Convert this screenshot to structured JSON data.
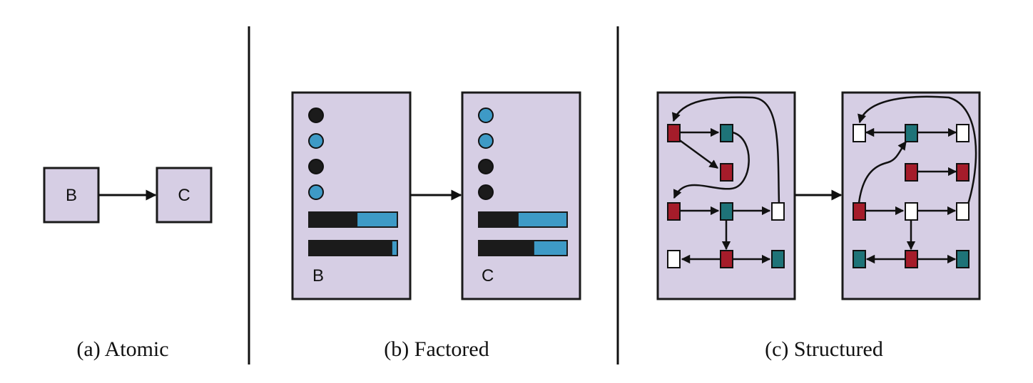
{
  "colors": {
    "state_fill": "#d6cee4",
    "blue": "#3e9ac6",
    "black": "#1b1b1b",
    "red": "#a51c2a",
    "teal": "#1e7378",
    "white_node": "#ffffff"
  },
  "panels": {
    "atomic": {
      "caption": "(a) Atomic",
      "state_b": "B",
      "state_c": "C"
    },
    "factored": {
      "caption": "(b) Factored",
      "state_b": {
        "label": "B",
        "variables": [
          "black",
          "blue",
          "black",
          "blue"
        ],
        "bars": [
          0.45,
          0.05
        ]
      },
      "state_c": {
        "label": "C",
        "variables": [
          "blue",
          "blue",
          "black",
          "black"
        ],
        "bars": [
          0.55,
          0.37
        ]
      }
    },
    "structured": {
      "caption": "(c) Structured"
    }
  }
}
